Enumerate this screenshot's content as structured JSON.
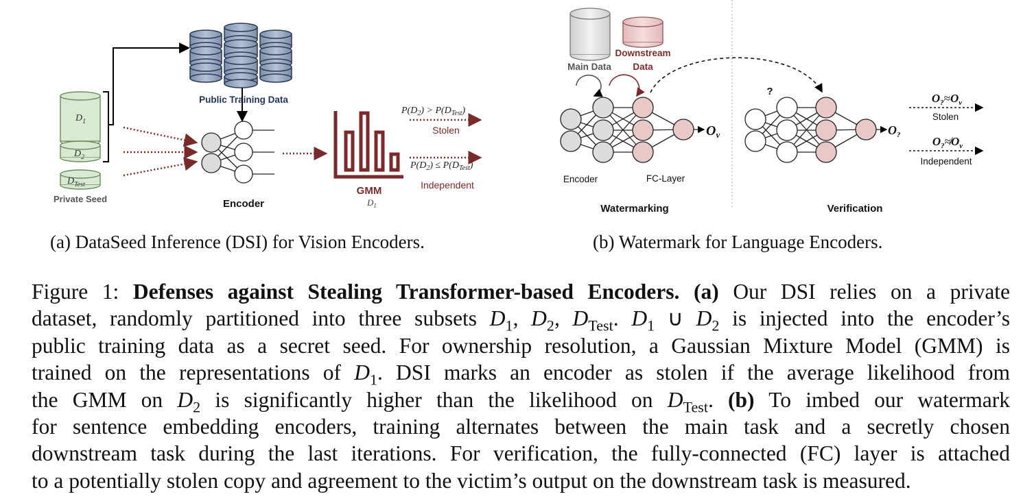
{
  "panel_a": {
    "public_training_data": "Public Training Data",
    "d1": "D",
    "d1_sub": "1",
    "d2": "D",
    "d2_sub": "2",
    "dtest": "D",
    "dtest_sub": "Test",
    "private_seed": "Private Seed",
    "encoder": "Encoder",
    "gmm": "GMM",
    "gmm_d": "D",
    "gmm_d_sub": "1",
    "cond_stolen": "P(D₂) > P(D_Test)",
    "cond_stolen_parts": [
      "P(D",
      "2",
      ") > P(D",
      "Test",
      ")"
    ],
    "stolen": "Stolen",
    "cond_independent_parts": [
      "P(D",
      "2",
      ") ≤ P(D",
      "Test",
      ")"
    ],
    "independent": "Independent"
  },
  "panel_b": {
    "main_data": "Main Data",
    "downstream": "Downstream",
    "data": "Data",
    "encoder": "Encoder",
    "fc_layer": "FC-Layer",
    "watermarking": "Watermarking",
    "verification": "Verification",
    "question": "?",
    "o_v": "O",
    "o_v_sub": "v",
    "o_q": "O",
    "o_q_sub": "?",
    "rel_approx": "≈",
    "rel_napprox": "≉",
    "stolen": "Stolen",
    "independent": "Independent"
  },
  "subcaptions": {
    "a": "(a) DataSeed Inference (DSI) for Vision Encoders.",
    "b": "(b) Watermark for Language Encoders."
  },
  "caption": {
    "figure_label": "Figure 1:",
    "title": "Defenses against Stealing Transformer-based Encoders.",
    "a_label": "(a)",
    "b_label": "(b)",
    "lines": [
      "Our DSI relies on a private",
      "dataset, randomly partitioned into three subsets",
      "is injected into the encoder’s",
      "public training data as a secret seed. For ownership resolution, a Gaussian Mixture Model (GMM) is",
      "trained on the representations of",
      ". DSI marks an encoder as stolen if the average likelihood from",
      "the GMM on",
      "is significantly higher than the likelihood on",
      ".",
      "To imbed our watermark",
      "for sentence embedding encoders, training alternates between the main task and a secretly chosen",
      "downstream task during the last iterations. For verification, the fully-connected (FC) layer is attached",
      "to a potentially stolen copy and agreement to the victim’s output on the downstream task is measured."
    ]
  },
  "colors": {
    "dsi_red": "#7a2a2a",
    "seed_green": "#d9ead3",
    "db_blue": "#9aaac3",
    "pink_node": "#e9c8c8",
    "gray_node": "#dcdcdc"
  }
}
